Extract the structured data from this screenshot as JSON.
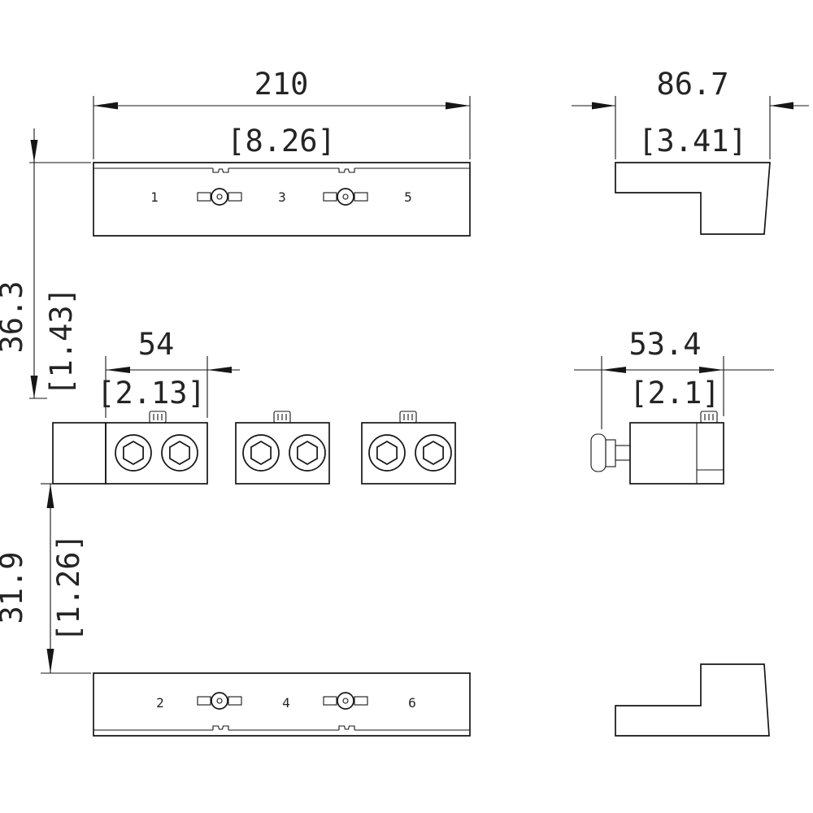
{
  "colors": {
    "background": "#ffffff",
    "line": "#161616",
    "text": "#242424"
  },
  "dimensions": {
    "overall_width": {
      "mm": "210",
      "inch": "[8.26]"
    },
    "side_depth": {
      "mm": "86.7",
      "inch": "[3.41]"
    },
    "body_height": {
      "mm": "36.3",
      "inch": "[1.43]"
    },
    "block_width": {
      "mm": "54",
      "inch": "[2.13]"
    },
    "side_block_width": {
      "mm": "53.4",
      "inch": "[2.1]"
    },
    "lower_height": {
      "mm": "31.9",
      "inch": "[1.26]"
    }
  },
  "terminals": {
    "top": [
      "1",
      "3",
      "5"
    ],
    "bottom": [
      "2",
      "4",
      "6"
    ]
  }
}
